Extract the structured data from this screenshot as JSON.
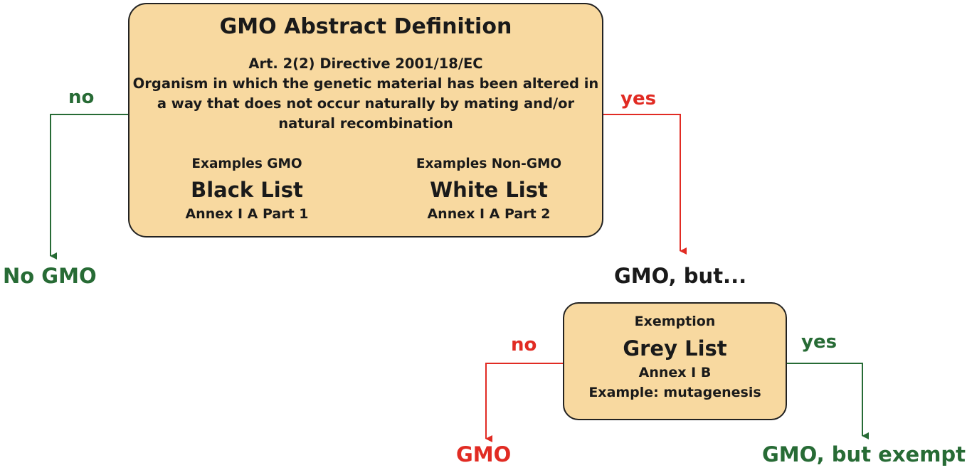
{
  "main": {
    "title": "GMO Abstract Definition",
    "reference": "Art. 2(2) Directive 2001/18/EC",
    "definition": "Organism in which the genetic material has been altered in a way that does not occur naturally by mating and/or natural recombination",
    "left": {
      "heading": "Examples GMO",
      "list": "Black List",
      "annex": "Annex I A Part 1"
    },
    "right": {
      "heading": "Examples Non-GMO",
      "list": "White List",
      "annex": "Annex I A Part 2"
    }
  },
  "branches": {
    "main_no": "no",
    "main_yes": "yes",
    "sub_no": "no",
    "sub_yes": "yes"
  },
  "outcomes": {
    "no_gmo": "No GMO",
    "gmo_but": "GMO, but...",
    "gmo": "GMO",
    "gmo_exempt": "GMO, but exempt"
  },
  "exemption": {
    "heading": "Exemption",
    "list": "Grey List",
    "annex": "Annex I B",
    "example": "Example: mutagenesis"
  },
  "colors": {
    "box_fill": "#f8d9a0",
    "no_path": "#276b35",
    "yes_path": "#e12b23",
    "text": "#1a1a1a"
  }
}
